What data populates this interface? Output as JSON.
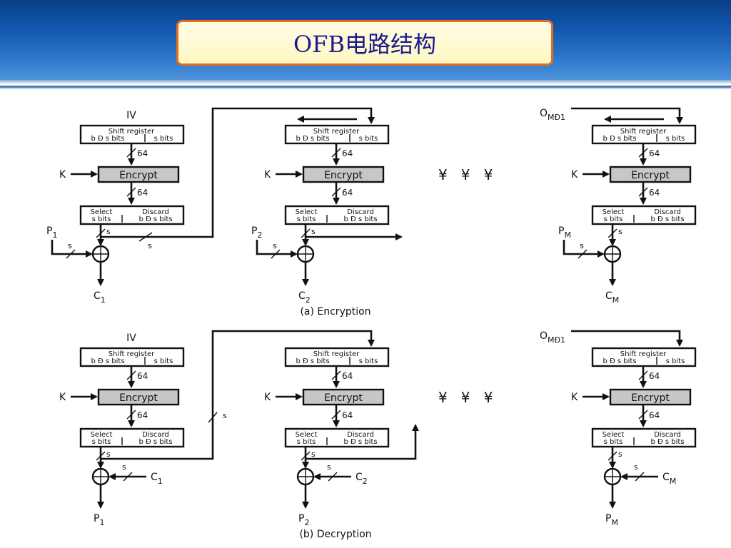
{
  "title": "OFB电路结构",
  "labels": {
    "iv": "IV",
    "shift_register": "Shift register",
    "b_minus_s_bits": "b Ð s bits",
    "s_bits": "s bits",
    "encrypt": "Encrypt",
    "select": "Select",
    "discard": "Discard",
    "k": "K",
    "bits_64": "64",
    "s": "s",
    "ellipsis": "¥   ¥   ¥",
    "o_prev_main": "O",
    "o_prev_sub": "MÐ1",
    "sub_1": "1",
    "sub_2": "2",
    "sub_m": "M",
    "p": "P",
    "c": "C"
  },
  "captions": {
    "encryption": "(a) Encryption",
    "decryption": "(b) Decryption"
  },
  "colors": {
    "header_blue": "#1256ad",
    "title_border": "#e46c1a",
    "title_text": "#1a1a8c",
    "encrypt_fill": "#c7c7c7"
  }
}
